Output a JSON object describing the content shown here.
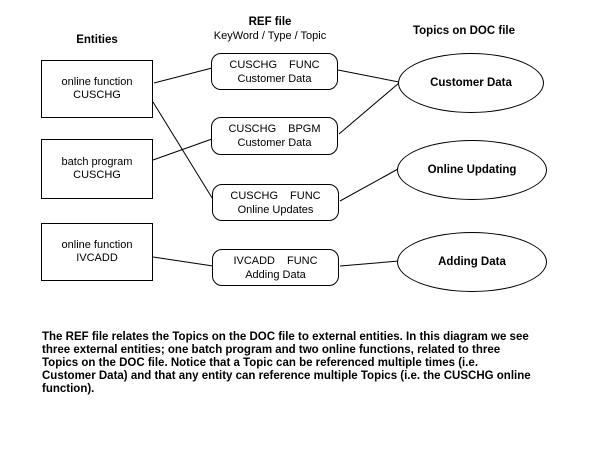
{
  "diagram": {
    "columns": {
      "entities_title": "Entities",
      "ref_title": "REF file",
      "ref_subtitle": "KeyWord / Type / Topic",
      "topics_title": "Topics on DOC file"
    },
    "entities": [
      {
        "kind": "online function",
        "name": "CUSCHG"
      },
      {
        "kind": "batch program",
        "name": "CUSCHG"
      },
      {
        "kind": "online function",
        "name": "IVCADD"
      }
    ],
    "ref_records": [
      {
        "keyword": "CUSCHG",
        "type": "FUNC",
        "topic": "Customer Data"
      },
      {
        "keyword": "CUSCHG",
        "type": "BPGM",
        "topic": "Customer Data"
      },
      {
        "keyword": "CUSCHG",
        "type": "FUNC",
        "topic": "Online Updates"
      },
      {
        "keyword": "IVCADD",
        "type": "FUNC",
        "topic": "Adding Data"
      }
    ],
    "topics": [
      {
        "label": "Customer Data"
      },
      {
        "label": "Online Updating"
      },
      {
        "label": "Adding Data"
      }
    ]
  },
  "caption": {
    "lines": [
      "The REF file relates the Topics on the DOC file to external entities. In this diagram we see",
      "three external entities; one batch program and two online functions, related to three",
      "Topics on the DOC file. Notice that a Topic can be referenced multiple times (i.e.",
      "Customer Data) and that any entity can reference multiple Topics (i.e. the CUSCHG online",
      "function)."
    ]
  },
  "colors": {
    "background": "#ffffff",
    "line": "#000000",
    "text": "#000000"
  }
}
